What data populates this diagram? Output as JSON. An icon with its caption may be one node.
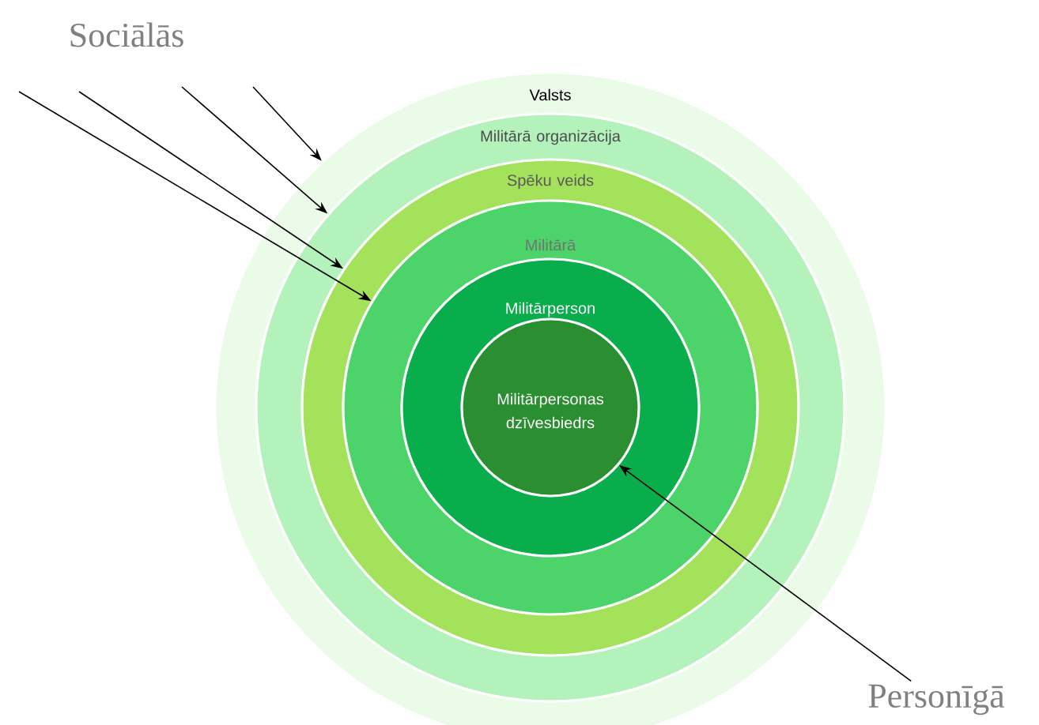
{
  "diagram": {
    "nodes": [
      {
        "text": [
          "Valsts"
        ]
      },
      {
        "text": [
          "Militārā organizācija"
        ],
        "in": 0
      },
      {
        "text": [
          "Spēku veids"
        ],
        "in": 1
      },
      {
        "text": [
          "Militārā"
        ],
        "in": 2
      },
      {
        "text": [
          "Militārperson"
        ],
        "in": 3
      },
      {
        "text": [
          "Militārpersonas dzīvesbiedrs"
        ],
        "in": 4
      },
      {
        "text": [
          "Personīgā"
        ]
      }
    ],
    "edges": [
      {
        "from": null,
        "to": 0,
        "arrow": "to"
      },
      {
        "from": null,
        "to": 1,
        "arrow": "to"
      },
      {
        "from": null,
        "to": 2,
        "arrow": "to"
      },
      {
        "from": null,
        "to": 3,
        "arrow": "to"
      },
      {
        "from": 6,
        "to": 5,
        "arrow": "to"
      }
    ],
    "labels": [
      "Sociālās"
    ]
  }
}
